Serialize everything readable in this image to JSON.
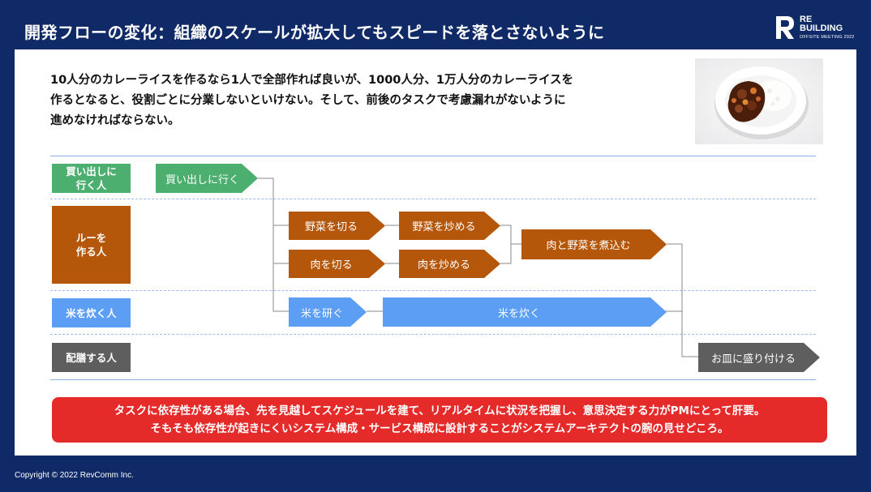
{
  "header": {
    "title": "開発フローの変化：組織のスケールが拡大してもスピードを落とさないように"
  },
  "logo": {
    "line1": "RE",
    "line2": "BUILDING",
    "line3": "OFFSITE MEETING 2022"
  },
  "intro": {
    "lines": [
      "10人分のカレーライスを作るなら1人で全部作れば良いが、1000人分、1万人分のカレーライスを",
      "作るとなると、役割ごとに分業しないといけない。そして、前後のタスクで考慮漏れがないように",
      "進めなければならない。"
    ]
  },
  "lanes": [
    {
      "label_line1": "買い出しに",
      "label_line2": "行く人",
      "color": "#4caf6f"
    },
    {
      "label_line1": "ルーを",
      "label_line2": "作る人",
      "color": "#b5570a"
    },
    {
      "label_line1": "米を炊く人",
      "label_line2": "",
      "color": "#5b9ef4"
    },
    {
      "label_line1": "配膳する人",
      "label_line2": "",
      "color": "#5e5e5e"
    }
  ],
  "tasks": {
    "shopping": "買い出しに行く",
    "cut_veg": "野菜を切る",
    "stirfry_veg": "野菜を炒める",
    "cut_meat": "肉を切る",
    "stirfry_meat": "肉を炒める",
    "simmer": "肉と野菜を煮込む",
    "wash_rice": "米を研ぐ",
    "cook_rice": "米を炊く",
    "serve": "お皿に盛り付ける"
  },
  "colors": {
    "green": "#4caf6f",
    "brown": "#b5570a",
    "blue": "#5b9ef4",
    "gray": "#5e5e5e",
    "red": "#e52a2a",
    "navy": "#0f2a66"
  },
  "callout": {
    "line1": "タスクに依存性がある場合、先を見越してスケジュールを建て、リアルタイムに状況を把握し、意思決定する力がPMにとって肝要。",
    "line2": "そもそも依存性が起きにくいシステム構成・サービス構成に設計することがシステムアーキテクトの腕の見せどころ。"
  },
  "footer": {
    "copyright": "Copyright © 2022 RevComm Inc."
  }
}
